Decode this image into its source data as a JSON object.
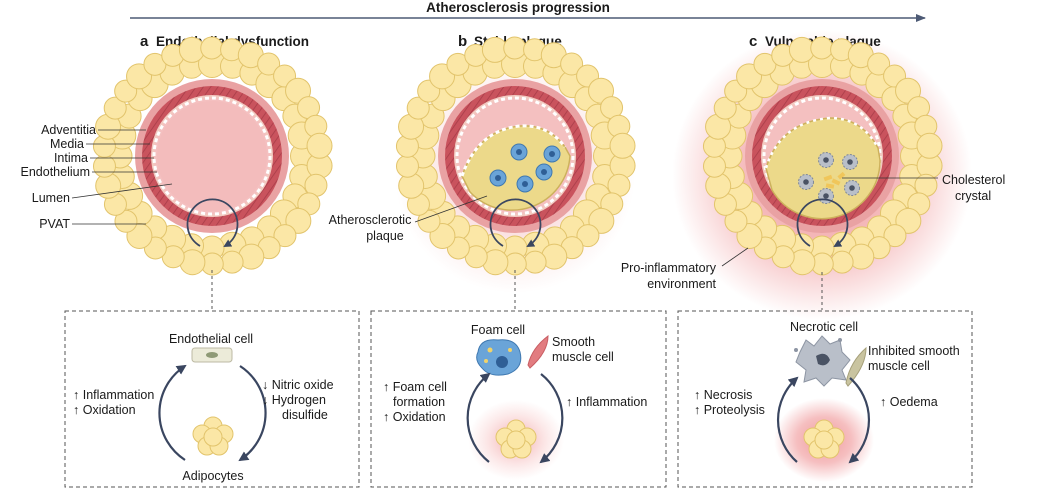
{
  "progression_title": "Atherosclerosis progression",
  "panels": [
    {
      "letter": "a",
      "title": "Endothelial dysfunction",
      "layer_labels": [
        "Adventitia",
        "Media",
        "Intima",
        "Endothelium",
        "Lumen",
        "PVAT"
      ],
      "box": {
        "top_label": "Endothelial cell",
        "bottom_label": "Adipocytes",
        "left_lines": [
          "↑ Inflammation",
          "↑ Oxidation"
        ],
        "right_lines": [
          "↓ Nitric oxide",
          "↓ Hydrogen",
          "disulfide"
        ]
      }
    },
    {
      "letter": "b",
      "title": "Stable plaque",
      "plaque_label": [
        "Atherosclerotic",
        "plaque"
      ],
      "box": {
        "cell1_label": "Foam cell",
        "cell2_label": [
          "Smooth",
          "muscle cell"
        ],
        "left_lines": [
          "↑ Foam cell",
          "formation",
          "↑ Oxidation"
        ],
        "right_lines": [
          "↑ Inflammation"
        ]
      }
    },
    {
      "letter": "c",
      "title": "Vulnerable plaque",
      "crystal_label": [
        "Cholesterol",
        "crystal"
      ],
      "env_label": [
        "Pro-inflammatory",
        "environment"
      ],
      "box": {
        "cell1_label": "Necrotic cell",
        "cell2_label": [
          "Inhibited smooth",
          "muscle cell"
        ],
        "left_lines": [
          "↑ Necrosis",
          "↑ Proteolysis"
        ],
        "right_lines": [
          "↑ Oedema"
        ]
      }
    }
  ],
  "colors": {
    "fat_fill": "#fbe7a6",
    "fat_stroke": "#e2c46c",
    "adventitia": "#e9a2a3",
    "media": "#c9535d",
    "lumen": "#f4c0c0",
    "plaque": "#ecd98a",
    "cell_blue": "#6aa4d8",
    "cell_grey": "#b9bfc9",
    "smc": "#e27c80",
    "smc_inhibited": "#c9c4a0",
    "arrow": "#3a4660",
    "inflammation_glow": "#e4474b"
  }
}
